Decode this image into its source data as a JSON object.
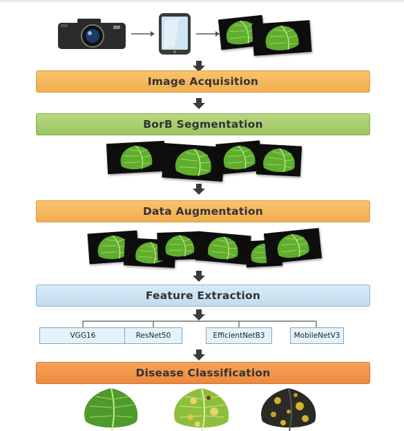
{
  "stages": {
    "acquisition": "Image Acquisition",
    "segmentation": "BorB Segmentation",
    "augmentation": "Data Augmentation",
    "extraction": "Feature Extraction",
    "classification": "Disease Classification"
  },
  "models": [
    "VGG16",
    "ResNet50",
    "EfficientNetB3",
    "MobileNetV3"
  ],
  "icons": {
    "camera": "camera-icon",
    "phone": "smartphone-icon",
    "leaf_photo": "leaf-photo-icon",
    "arrow": "down-arrow-icon",
    "healthy_leaf": "healthy-leaf-icon",
    "spotted_leaf": "spotted-leaf-icon",
    "diseased_leaf": "diseased-leaf-icon"
  },
  "colors": {
    "orange_stage": "#f0ad4f",
    "green_stage": "#9cc664",
    "blue_stage": "#c2dcee",
    "classification_stage": "#ec8a3c",
    "arrow": "#3a3a3a"
  }
}
